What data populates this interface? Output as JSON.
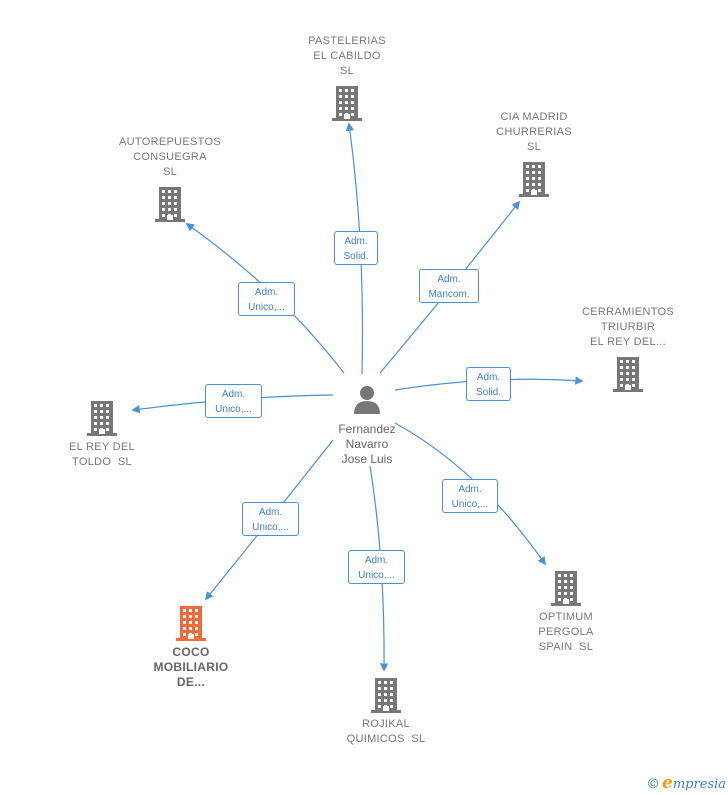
{
  "center": {
    "name": "Fernandez\nNavarro\nJose Luis",
    "icon": "person-icon"
  },
  "companies": [
    {
      "id": "pastelerias",
      "name": "PASTELERIAS\nEL CABILDO\nSL",
      "icon": "building-icon",
      "color": "#777777"
    },
    {
      "id": "cia-madrid",
      "name": "CIA MADRID\nCHURRERIAS\nSL",
      "icon": "building-icon",
      "color": "#777777"
    },
    {
      "id": "autorepuestos",
      "name": "AUTOREPUESTOS\nCONSUEGRA\nSL",
      "icon": "building-icon",
      "color": "#777777"
    },
    {
      "id": "cerramientos",
      "name": "CERRAMIENTOS\nTRIURBIR\nEL REY DEL...",
      "icon": "building-icon",
      "color": "#777777"
    },
    {
      "id": "el-rey-toldo",
      "name": "EL REY DEL\nTOLDO  SL",
      "icon": "building-icon",
      "color": "#777777"
    },
    {
      "id": "optimum",
      "name": "OPTIMUM\nPERGOLA\nSPAIN  SL",
      "icon": "building-icon",
      "color": "#777777"
    },
    {
      "id": "coco",
      "name": "COCO\nMOBILIARIO\nDE...",
      "icon": "building-icon",
      "color": "#f26a3a"
    },
    {
      "id": "rojikal",
      "name": "ROJIKAL\nQUIMICOS  SL",
      "icon": "building-icon",
      "color": "#777777"
    }
  ],
  "relations": [
    {
      "to": "pastelerias",
      "label": "Adm.\nSolid."
    },
    {
      "to": "cia-madrid",
      "label": "Adm.\nMancom."
    },
    {
      "to": "autorepuestos",
      "label": "Adm.\nUnico,..."
    },
    {
      "to": "cerramientos",
      "label": "Adm.\nSolid."
    },
    {
      "to": "el-rey-toldo",
      "label": "Adm.\nUnico,..."
    },
    {
      "to": "optimum",
      "label": "Adm.\nUnico,..."
    },
    {
      "to": "coco",
      "label": "Adm.\nUnico,..."
    },
    {
      "to": "rojikal",
      "label": "Adm.\nUnico,..."
    }
  ],
  "colors": {
    "edge": "#4a90d9",
    "node_gray": "#777777",
    "highlight": "#f26a3a"
  },
  "footer": {
    "copyright": "©",
    "brand_initial": "e",
    "brand_rest": "mpresia"
  }
}
